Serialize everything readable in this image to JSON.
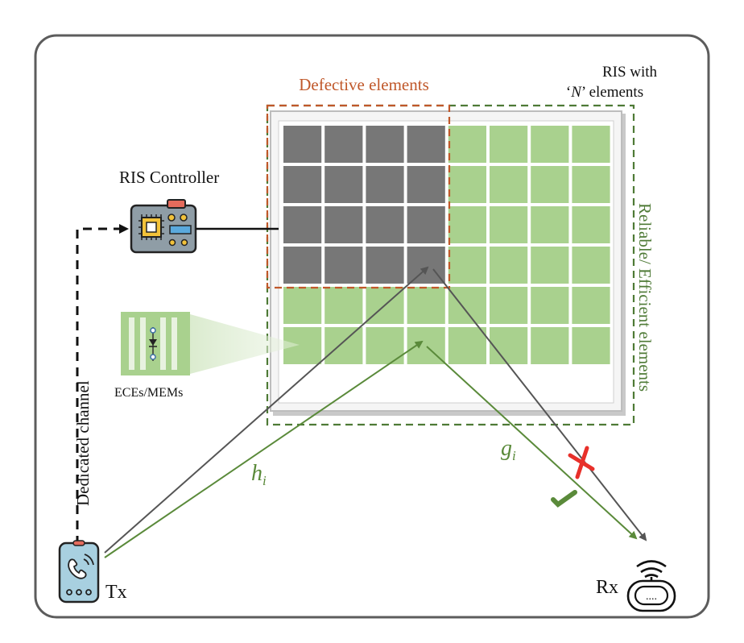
{
  "labels": {
    "defective": "Defective elements",
    "ris_line1": "RIS with",
    "ris_line2_open": "‘",
    "ris_line2_n": "N",
    "ris_line2_close": "’ elements",
    "controller": "RIS Controller",
    "reliable": "Reliable/ Efficient elements",
    "dedicated": "Dedicated channel",
    "eces": "ECEs/MEMs",
    "h_base": "h",
    "h_sub": "i",
    "g_base": "g",
    "g_sub": "i",
    "tx": "Tx",
    "rx": "Rx",
    "router_dots": "...."
  },
  "ris_grid": {
    "rows": 6,
    "cols": 8,
    "defective_rows": 4,
    "defective_cols": 4
  },
  "colors": {
    "frame": "#606060",
    "defective_border": "#c0582a",
    "reliable_border": "#4e7a36",
    "defective_cell": "#777777",
    "reliable_cell": "#a9d18e",
    "path_gray": "#555555",
    "path_green": "#5a8a3a",
    "cross": "#e8302a",
    "check": "#5a8a3a",
    "label_orange": "#c0582a",
    "label_green": "#4e7a36",
    "phone": "#a8d0e0"
  }
}
